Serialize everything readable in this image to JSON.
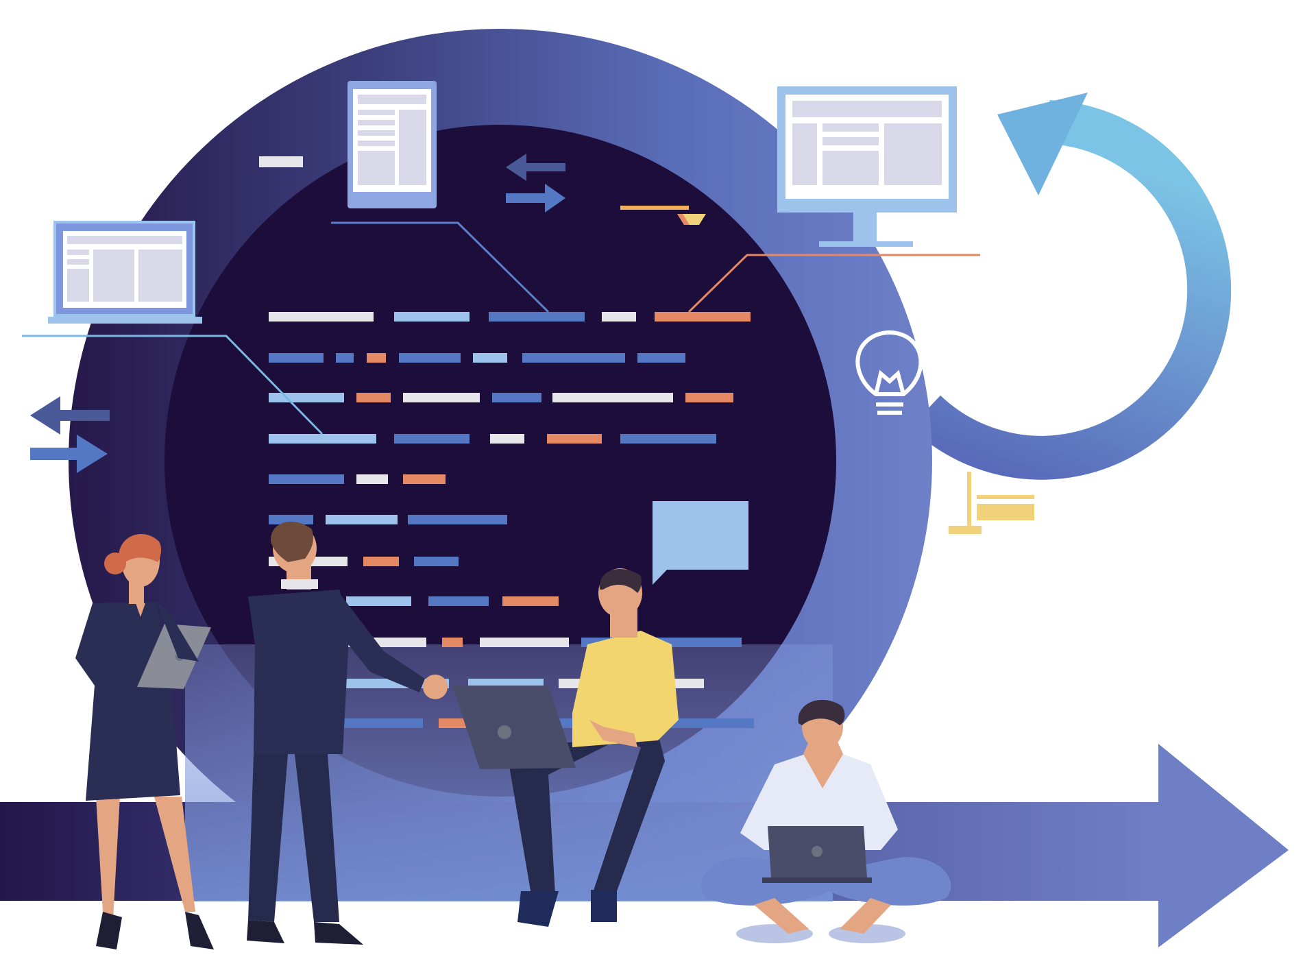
{
  "illustration": {
    "subject": "agile-software-development-team",
    "palette": {
      "navy": "#1d0d3a",
      "indigo": "#3a3f7a",
      "periwinkle": "#6a78c6",
      "sky": "#7ab8e4",
      "code_white": "#e6e6ea",
      "code_light_blue": "#9dc3ec",
      "code_blue": "#5578c4",
      "code_orange": "#e58864",
      "gold": "#f1d27a",
      "skin": "#e3a582",
      "shirt_yellow": "#f2d56e",
      "shirt_white": "#e6e9f6",
      "pants_blue": "#6f86cc",
      "suit_dark": "#2a2e55",
      "hair_red": "#d06a49",
      "hair_dark": "#3b2e3c",
      "laptop_dark": "#4a4d6a"
    },
    "icons": [
      "laptop-icon",
      "tablet-icon",
      "monitor-icon",
      "lightbulb-icon",
      "cycle-arrow-icon",
      "timeline-arrow-icon",
      "swap-arrows-icon",
      "speech-bubble-icon"
    ],
    "people": [
      "woman-with-tablet",
      "man-in-suit-pointing",
      "man-sitting-with-laptop",
      "man-cross-legged-with-laptop"
    ]
  }
}
